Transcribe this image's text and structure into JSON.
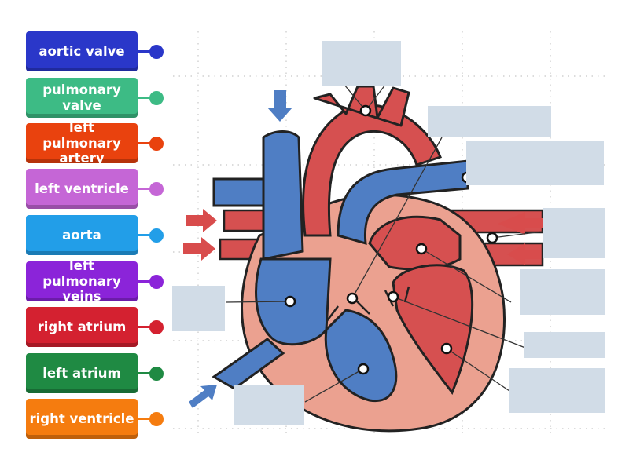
{
  "labels": [
    {
      "text": "aortic valve",
      "color": "#2a37c9"
    },
    {
      "text": "pulmonary valve",
      "color": "#3dbb85"
    },
    {
      "text": "left pulmonary artery",
      "color": "#e9420e"
    },
    {
      "text": "left ventricle",
      "color": "#c566d6"
    },
    {
      "text": "aorta",
      "color": "#229ee8"
    },
    {
      "text": "left pulmonary veins",
      "color": "#8b24d9"
    },
    {
      "text": "right atrium",
      "color": "#d42130"
    },
    {
      "text": "left atrium",
      "color": "#1f8a43"
    },
    {
      "text": "right ventricle",
      "color": "#f57c0f"
    }
  ],
  "colors": {
    "blood_oxygenated": "#d65050",
    "blood_deoxygenated": "#4f7ec4",
    "muscle": "#eba190",
    "dropbox": "#d1dce7",
    "arrow_red": "#d84c4c",
    "arrow_blue": "#4f7ec4"
  }
}
